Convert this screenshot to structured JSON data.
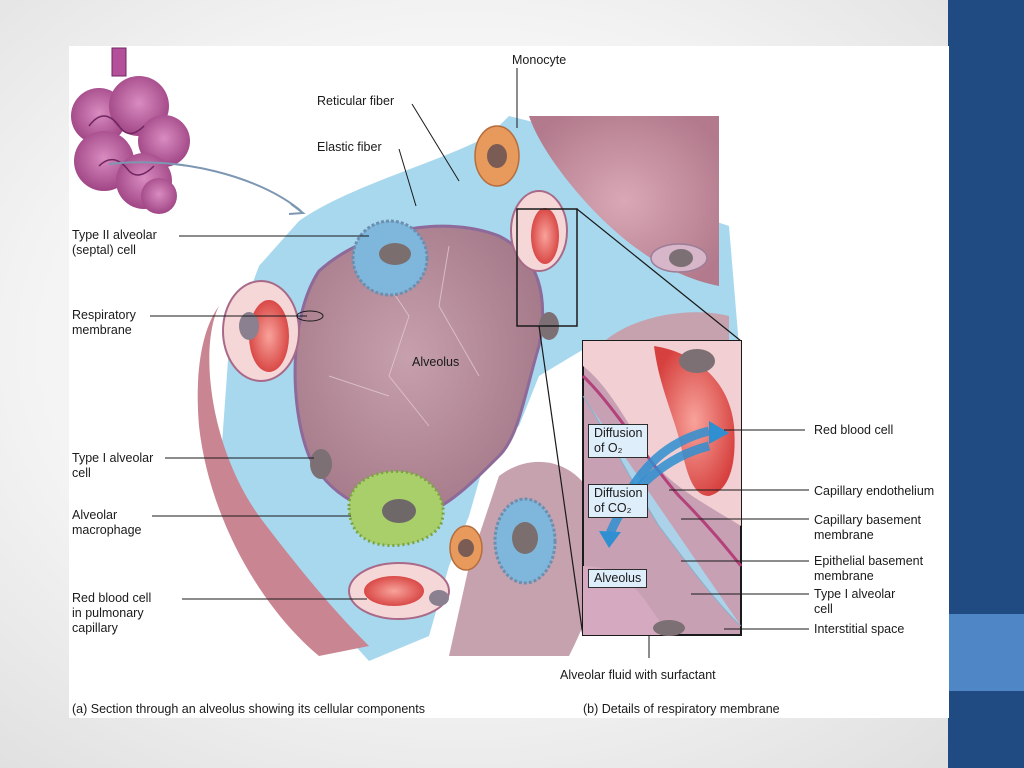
{
  "colors": {
    "side_bar": "#1f4b82",
    "side_accent": "#4f86c6",
    "alveolus_tissue": "#b88a99",
    "interstitium": "#a8d8ee",
    "type2_cell": "#7fb7dc",
    "macrophage": "#a8cf6a",
    "monocyte": "#e89a5d",
    "red_blood_cell": "#e0504d",
    "diffusion_arrow": "#2f8fd1"
  },
  "labels": {
    "monocyte": "Monocyte",
    "reticular_fiber": "Reticular fiber",
    "elastic_fiber": "Elastic fiber",
    "type2_cell": "Type II alveolar\n(septal) cell",
    "respiratory_membrane": "Respiratory\nmembrane",
    "alveolus": "Alveolus",
    "type1_cell": "Type I alveolar\ncell",
    "macrophage": "Alveolar\nmacrophage",
    "rbc_capillary": "Red blood cell\nin pulmonary\ncapillary",
    "red_blood_cell": "Red blood cell",
    "capillary_endothelium": "Capillary endothelium",
    "capillary_basement": "Capillary basement\nmembrane",
    "epithelial_basement": "Epithelial basement\nmembrane",
    "type1_cell_b": "Type I alveolar\ncell",
    "interstitial_space": "Interstitial space",
    "alveolar_fluid": "Alveolar fluid with surfactant"
  },
  "inset": {
    "diffusion_o2": "Diffusion\nof O₂",
    "diffusion_co2": "Diffusion\nof CO₂",
    "alveolus": "Alveolus"
  },
  "captions": {
    "a": "(a) Section through an alveolus showing its cellular components",
    "b": "(b) Details of respiratory membrane"
  }
}
